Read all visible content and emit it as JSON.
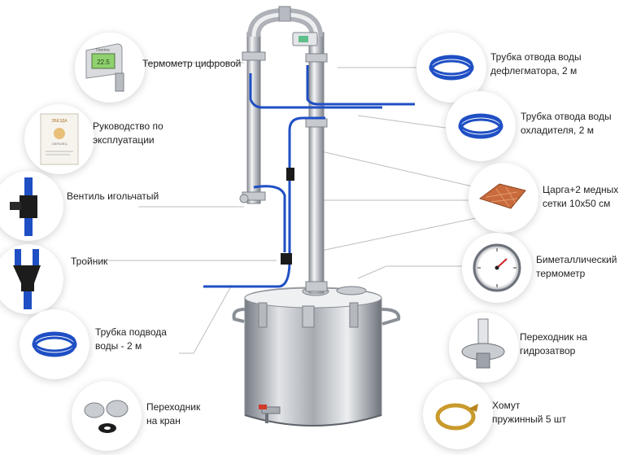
{
  "labels": {
    "thermometer_digital": [
      "Термометр цифровой"
    ],
    "manual": [
      "Руководство по",
      "эксплуатации"
    ],
    "needle_valve": [
      "Вентиль игольчатый"
    ],
    "tee": [
      "Тройник"
    ],
    "inlet_tube": [
      "Трубка подвода",
      "воды - 2 м"
    ],
    "tap_adapter": [
      "Переходник",
      "на кран"
    ],
    "dephleg_tube": [
      "Трубка отвода воды",
      "дефлегматора, 2 м"
    ],
    "cooler_tube": [
      "Трубка отвода воды",
      "охладителя, 2 м"
    ],
    "tsarga": [
      "Царга+2 медных",
      "сетки 10х50 см"
    ],
    "bimetal": [
      "Биметаллический",
      "термометр"
    ],
    "hydro_adapter": [
      "Переходник на",
      "гидрозатвор"
    ],
    "clamp": [
      "Хомут",
      "пружинный 5 шт"
    ]
  },
  "thumb": {
    "thermo_brand": "Thermo",
    "thermo_reading": "22.5",
    "manual_brand": "ЗВЕЗДА",
    "manual_subtitle": "ОБРАЗЕЦ"
  },
  "colors": {
    "tube_blue": "#1f4fc4",
    "steel": "#c9ccd1",
    "leader": "#b8b8b8",
    "copper": "#c86a3c"
  }
}
